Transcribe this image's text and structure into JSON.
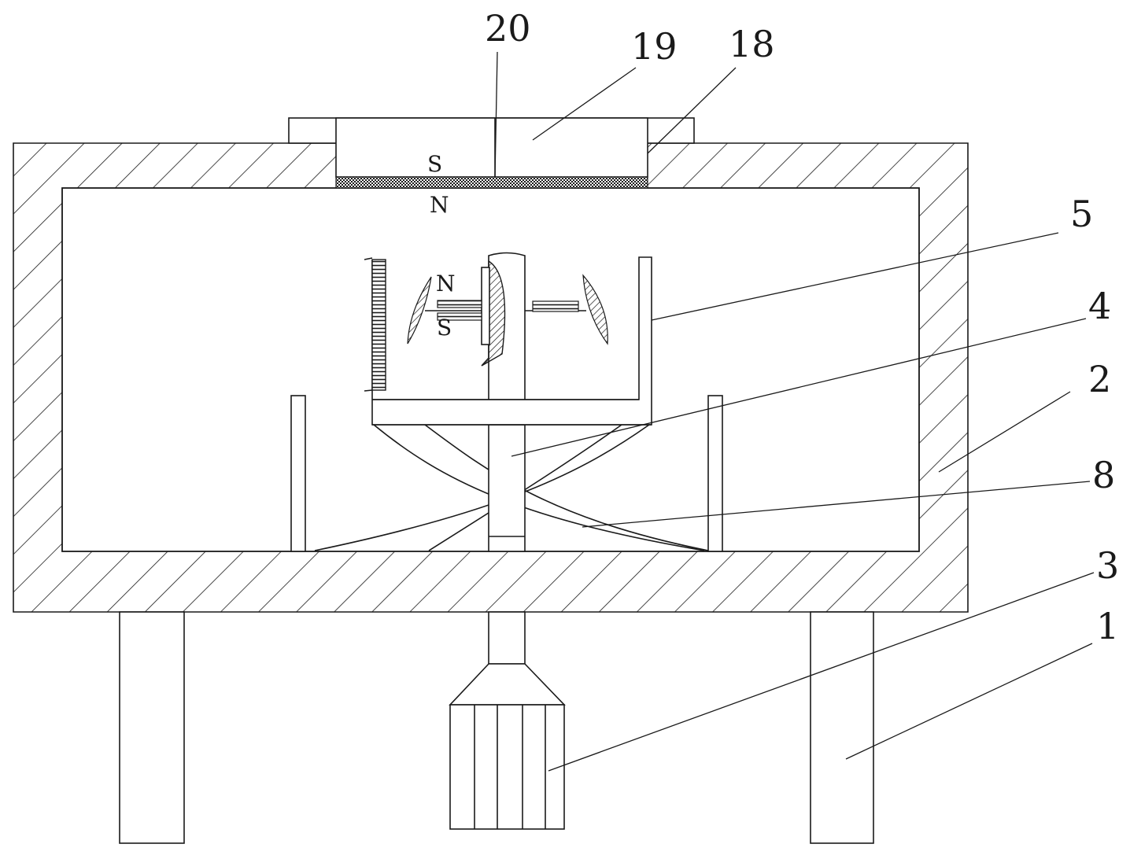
{
  "labels": {
    "l20": "20",
    "l19": "19",
    "l18": "18",
    "l5": "5",
    "l4": "4",
    "l2": "2",
    "l8": "8",
    "l3": "3",
    "l1": "1"
  },
  "poles": {
    "top_s": "S",
    "top_n": "N",
    "inner_n": "N",
    "inner_s": "S"
  },
  "colors": {
    "line": "#1a1a1a",
    "background": "#ffffff"
  }
}
